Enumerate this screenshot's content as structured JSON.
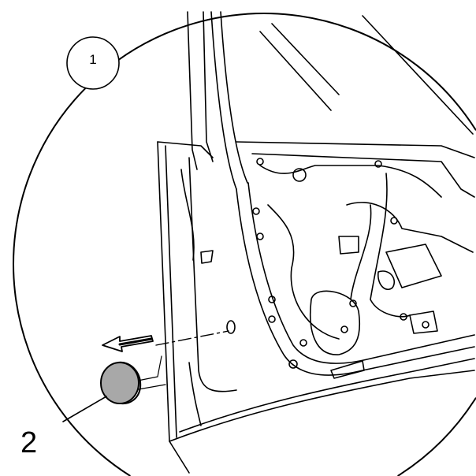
{
  "diagram": {
    "subject": "door-trim-removed-with-drain-plug",
    "callouts": [
      {
        "id": "1",
        "label": "1"
      },
      {
        "id": "2",
        "label": "2"
      }
    ],
    "colors": {
      "line": "#000000",
      "plug_fill": "#a8a8a8",
      "background": "#ffffff"
    }
  }
}
